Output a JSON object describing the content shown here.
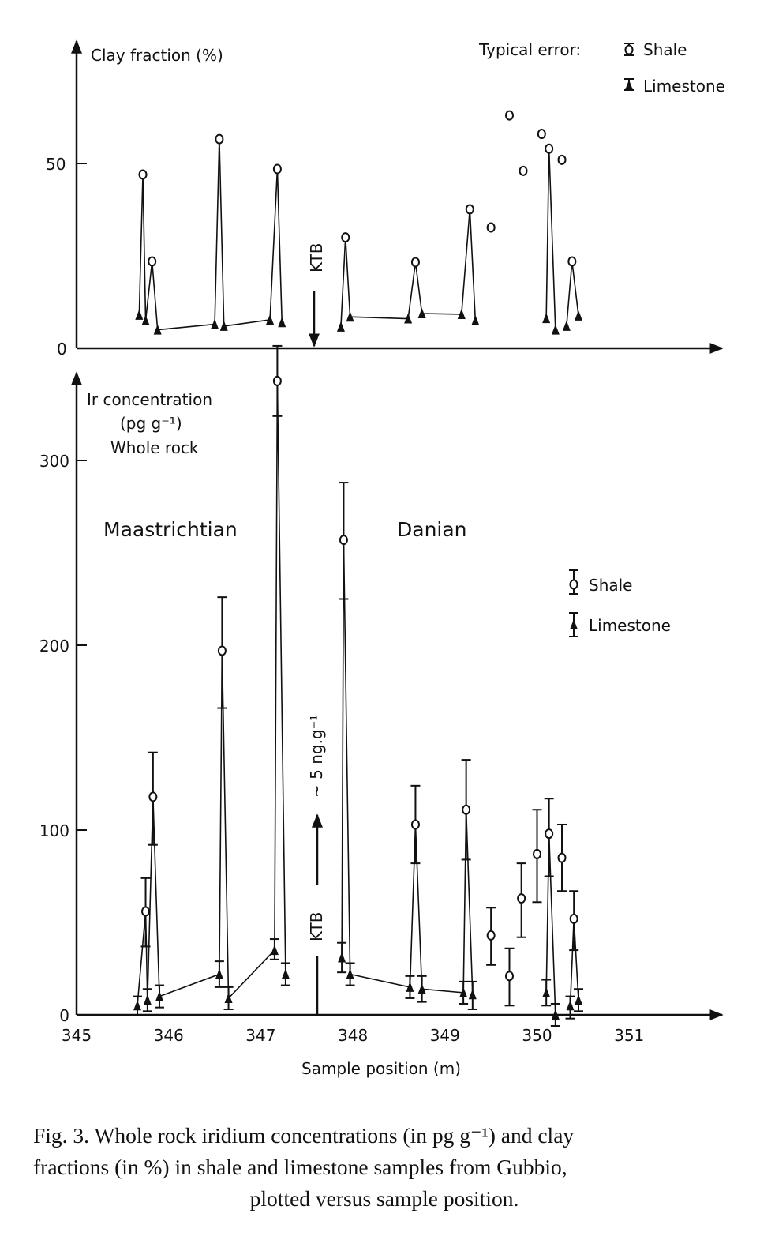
{
  "chart_data": [
    {
      "type": "scatter",
      "panel": "top",
      "ylabel": "Clay fraction (%)",
      "yticks": [
        "0",
        "50"
      ],
      "ylim": [
        0,
        70
      ],
      "xlim": [
        345,
        352
      ],
      "legend_title": "Typical error:",
      "legend": [
        "Shale",
        "Limestone"
      ],
      "legend_placement": "top-right",
      "annotation": "KTB",
      "ktb_position": 347.6,
      "points": [
        {
          "x": 345.68,
          "y": 9,
          "t": "L",
          "seg": 1
        },
        {
          "x": 345.72,
          "y": 47,
          "t": "S",
          "seg": 1
        },
        {
          "x": 345.75,
          "y": 7.5,
          "t": "L",
          "seg": 1
        },
        {
          "x": 345.82,
          "y": 23.5,
          "t": "S",
          "seg": 1
        },
        {
          "x": 345.88,
          "y": 5,
          "t": "L",
          "seg": 1
        },
        {
          "x": 346.5,
          "y": 6.5,
          "t": "L",
          "seg": 1
        },
        {
          "x": 346.55,
          "y": 56.6,
          "t": "S",
          "seg": 1
        },
        {
          "x": 346.6,
          "y": 6,
          "t": "L",
          "seg": 1
        },
        {
          "x": 347.1,
          "y": 7.7,
          "t": "L",
          "seg": 1
        },
        {
          "x": 347.18,
          "y": 48.5,
          "t": "S",
          "seg": 1
        },
        {
          "x": 347.23,
          "y": 7,
          "t": "L",
          "seg": 1
        },
        {
          "x": 347.87,
          "y": 5.8,
          "t": "L",
          "seg": 2
        },
        {
          "x": 347.92,
          "y": 30,
          "t": "S",
          "seg": 2
        },
        {
          "x": 347.97,
          "y": 8.5,
          "t": "L",
          "seg": 2
        },
        {
          "x": 348.6,
          "y": 8,
          "t": "L",
          "seg": 2
        },
        {
          "x": 348.68,
          "y": 23.3,
          "t": "S",
          "seg": 2
        },
        {
          "x": 348.75,
          "y": 9.4,
          "t": "L",
          "seg": 2
        },
        {
          "x": 349.18,
          "y": 9.2,
          "t": "L",
          "seg": 2
        },
        {
          "x": 349.27,
          "y": 37.6,
          "t": "S",
          "seg": 2
        },
        {
          "x": 349.33,
          "y": 7.5,
          "t": "L",
          "seg": 2
        },
        {
          "x": 349.5,
          "y": 32.7,
          "t": "S",
          "seg": 0
        },
        {
          "x": 349.7,
          "y": 63,
          "t": "S",
          "seg": 0
        },
        {
          "x": 349.85,
          "y": 48,
          "t": "S",
          "seg": 0
        },
        {
          "x": 350.05,
          "y": 58,
          "t": "S",
          "seg": 0
        },
        {
          "x": 350.1,
          "y": 8.1,
          "t": "L",
          "seg": 3
        },
        {
          "x": 350.13,
          "y": 54,
          "t": "S",
          "seg": 3
        },
        {
          "x": 350.2,
          "y": 5,
          "t": "L",
          "seg": 3
        },
        {
          "x": 350.27,
          "y": 51,
          "t": "S",
          "seg": 0
        },
        {
          "x": 350.32,
          "y": 6,
          "t": "L",
          "seg": 4
        },
        {
          "x": 350.38,
          "y": 23.5,
          "t": "S",
          "seg": 4
        },
        {
          "x": 350.45,
          "y": 8.8,
          "t": "L",
          "seg": 4
        }
      ]
    },
    {
      "type": "scatter",
      "panel": "bottom",
      "ylabel": [
        "Ir concentration",
        "(pg g⁻¹)",
        "Whole rock"
      ],
      "xlabel": "Sample position (m)",
      "xticks": [
        "345",
        "346",
        "347",
        "348",
        "349",
        "350",
        "351"
      ],
      "yticks": [
        "0",
        "100",
        "200",
        "300"
      ],
      "ylim": [
        0,
        350
      ],
      "xlim": [
        345,
        352
      ],
      "legend": [
        "Shale",
        "Limestone"
      ],
      "legend_placement": "right",
      "regions": [
        "Maastrichtian",
        "Danian"
      ],
      "annotation": "KTB",
      "ktb_note": "~ 5 ng.g⁻¹",
      "ktb_position": 347.6,
      "points": [
        {
          "x": 345.66,
          "y": 5,
          "lo": 0,
          "hi": 10,
          "t": "L",
          "seg": 1
        },
        {
          "x": 345.75,
          "y": 56,
          "lo": 37,
          "hi": 74,
          "t": "S",
          "seg": 1
        },
        {
          "x": 345.77,
          "y": 8,
          "lo": 2,
          "hi": 14,
          "t": "L",
          "seg": 1
        },
        {
          "x": 345.83,
          "y": 118,
          "lo": 92,
          "hi": 142,
          "t": "S",
          "seg": 1
        },
        {
          "x": 345.9,
          "y": 10,
          "lo": 4,
          "hi": 16,
          "t": "L",
          "seg": 1
        },
        {
          "x": 346.55,
          "y": 22,
          "lo": 15,
          "hi": 29,
          "t": "L",
          "seg": 1
        },
        {
          "x": 346.58,
          "y": 197,
          "lo": 166,
          "hi": 226,
          "t": "S",
          "seg": 1
        },
        {
          "x": 346.65,
          "y": 9,
          "lo": 3,
          "hi": 15,
          "t": "L",
          "seg": 1
        },
        {
          "x": 347.15,
          "y": 35,
          "lo": 30,
          "hi": 41,
          "t": "L",
          "seg": 1
        },
        {
          "x": 347.18,
          "y": 343,
          "lo": 324,
          "hi": 362,
          "t": "S",
          "seg": 1
        },
        {
          "x": 347.27,
          "y": 22,
          "lo": 16,
          "hi": 28,
          "t": "L",
          "seg": 1
        },
        {
          "x": 347.88,
          "y": 31,
          "lo": 23,
          "hi": 39,
          "t": "L",
          "seg": 2
        },
        {
          "x": 347.9,
          "y": 257,
          "lo": 225,
          "hi": 288,
          "t": "S",
          "seg": 2
        },
        {
          "x": 347.97,
          "y": 22,
          "lo": 16,
          "hi": 28,
          "t": "L",
          "seg": 2
        },
        {
          "x": 348.62,
          "y": 15,
          "lo": 9,
          "hi": 21,
          "t": "L",
          "seg": 2
        },
        {
          "x": 348.68,
          "y": 103,
          "lo": 82,
          "hi": 124,
          "t": "S",
          "seg": 2
        },
        {
          "x": 348.75,
          "y": 14,
          "lo": 7,
          "hi": 21,
          "t": "L",
          "seg": 2
        },
        {
          "x": 349.2,
          "y": 12,
          "lo": 6,
          "hi": 18,
          "t": "L",
          "seg": 2
        },
        {
          "x": 349.23,
          "y": 111,
          "lo": 84,
          "hi": 138,
          "t": "S",
          "seg": 2
        },
        {
          "x": 349.3,
          "y": 11,
          "lo": 3,
          "hi": 18,
          "t": "L",
          "seg": 2
        },
        {
          "x": 349.5,
          "y": 43,
          "lo": 27,
          "hi": 58,
          "t": "S",
          "seg": 0
        },
        {
          "x": 349.7,
          "y": 21,
          "lo": 5,
          "hi": 36,
          "t": "S",
          "seg": 0
        },
        {
          "x": 349.83,
          "y": 63,
          "lo": 42,
          "hi": 82,
          "t": "S",
          "seg": 0
        },
        {
          "x": 350.0,
          "y": 87,
          "lo": 61,
          "hi": 111,
          "t": "S",
          "seg": 0
        },
        {
          "x": 350.1,
          "y": 12,
          "lo": 5,
          "hi": 19,
          "t": "L",
          "seg": 3
        },
        {
          "x": 350.13,
          "y": 98,
          "lo": 75,
          "hi": 117,
          "t": "S",
          "seg": 3
        },
        {
          "x": 350.2,
          "y": 0,
          "lo": -6,
          "hi": 6,
          "t": "L",
          "seg": 3
        },
        {
          "x": 350.27,
          "y": 85,
          "lo": 67,
          "hi": 103,
          "t": "S",
          "seg": 0
        },
        {
          "x": 350.36,
          "y": 5,
          "lo": -2,
          "hi": 10,
          "t": "L",
          "seg": 4
        },
        {
          "x": 350.4,
          "y": 52,
          "lo": 35,
          "hi": 67,
          "t": "S",
          "seg": 4
        },
        {
          "x": 350.45,
          "y": 8,
          "lo": 2,
          "hi": 14,
          "t": "L",
          "seg": 4
        }
      ]
    }
  ],
  "caption": {
    "line1": "Fig. 3. Whole rock iridium concentrations (in pg g⁻¹) and clay",
    "line2": "fractions (in %) in shale and limestone samples from Gubbio,",
    "line3": "plotted versus sample position."
  }
}
